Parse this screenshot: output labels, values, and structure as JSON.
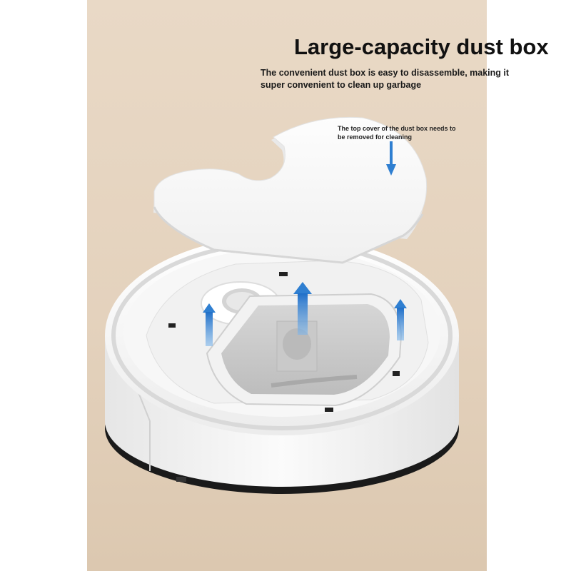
{
  "heading": {
    "title": "Large-capacity dust box",
    "subtitle": "The convenient dust box is easy to disassemble, making it super convenient to clean up garbage"
  },
  "annotation": {
    "note": "The top cover of the dust box needs to be removed for cleaning"
  },
  "colors": {
    "background": "#e6d5c1",
    "robot_body": "#f5f5f5",
    "arrow_blue": "#2f7fd1",
    "text": "#111111"
  },
  "icons": [
    "arrow-down-icon",
    "arrow-up-icon"
  ]
}
